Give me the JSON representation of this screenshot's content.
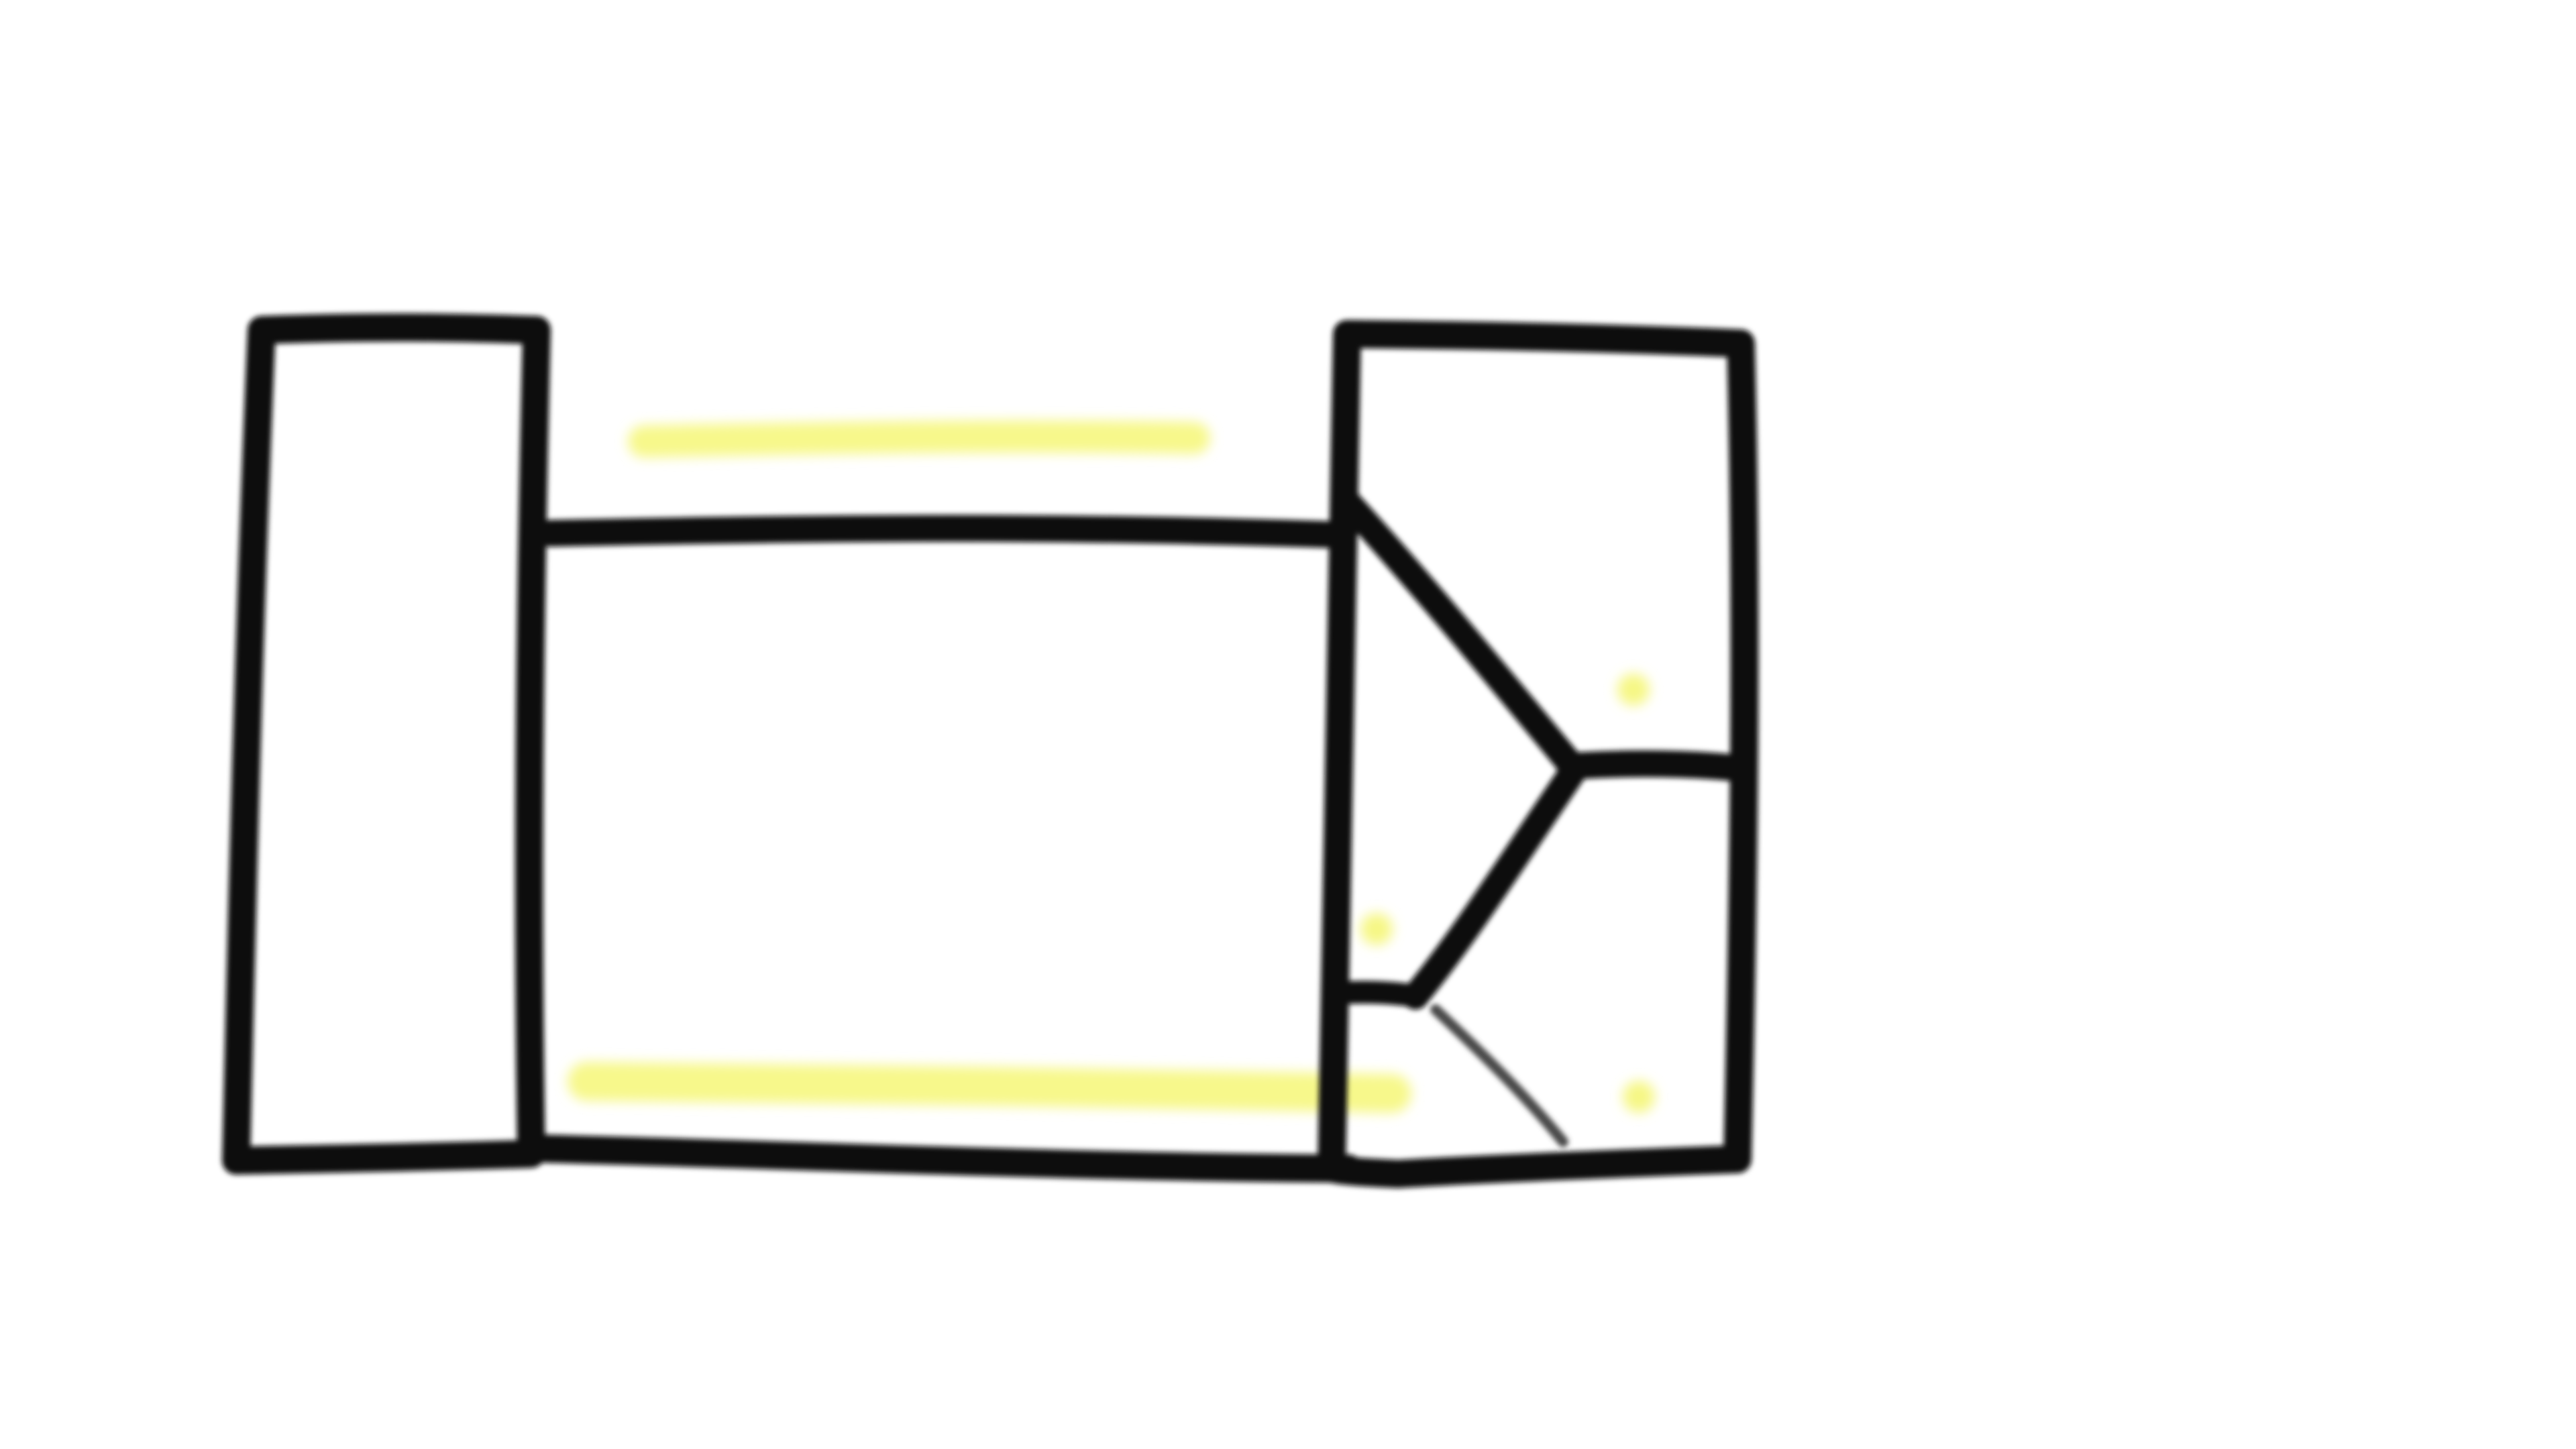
{
  "sketch": {
    "colors": {
      "background": "#ffffff",
      "ink": "#111111",
      "ink_faint": "#4a4a4a",
      "highlighter": "#f6f77e"
    },
    "shapes": [
      "left-panel",
      "middle-panel",
      "right-panel",
      "right-panel-dividers"
    ],
    "highlights": [
      "top-highlight-stroke",
      "bottom-highlight-stroke",
      "highlight-dot-upper-right",
      "highlight-dot-middle",
      "highlight-dot-lower-right"
    ]
  }
}
